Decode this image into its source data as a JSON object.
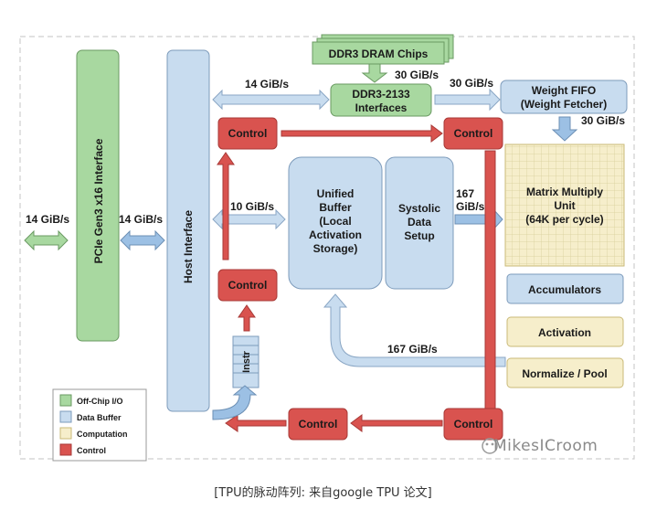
{
  "colors": {
    "offchip": "#a8d8a0",
    "buffer": "#c8dcef",
    "computation": "#f6eecb",
    "control": "#d9534f",
    "arrow_blue": "#9cc0e4",
    "arrow_red": "#d9534f",
    "arrow_green": "#a8d8a0"
  },
  "blocks": {
    "ddr3_chips": "DDR3 DRAM Chips",
    "ddr3_interfaces": [
      "DDR3-2133",
      "Interfaces"
    ],
    "pcie": "PCIe Gen3 x16 Interface",
    "host_interface": "Host Interface",
    "control_top": "Control",
    "control_right": "Control",
    "control_mid": "Control",
    "control_bottom_center": "Control",
    "control_bottom_right": "Control",
    "unified_buffer": [
      "Unified",
      "Buffer",
      "(Local",
      "Activation",
      "Storage)"
    ],
    "systolic": [
      "Systolic",
      "Data",
      "Setup"
    ],
    "weight_fifo": [
      "Weight FIFO",
      "(Weight Fetcher)"
    ],
    "matrix": [
      "Matrix Multiply",
      "Unit",
      "(64K per cycle)"
    ],
    "accumulators": "Accumulators",
    "activation": "Activation",
    "normalize": "Normalize / Pool",
    "instr": "Instr"
  },
  "bandwidths": {
    "left_14": "14 GiB/s",
    "mid_14": "14 GiB/s",
    "top_14": "14 GiB/s",
    "ddr_30": "30 GiB/s",
    "fifo_in_30": "30 GiB/s",
    "fifo_out_30": "30 GiB/s",
    "host_10": "10 GiB/s",
    "systolic_167": [
      "167",
      "GiB/s"
    ],
    "return_167": "167 GiB/s"
  },
  "legend": [
    {
      "label": "Off-Chip I/O",
      "color": "#a8d8a0"
    },
    {
      "label": "Data Buffer",
      "color": "#c8dcef"
    },
    {
      "label": "Computation",
      "color": "#f6eecb"
    },
    {
      "label": "Control",
      "color": "#d9534f"
    }
  ],
  "watermark": "MikesICroom",
  "caption": "[TPU的脉动阵列: 来自google TPU 论文]"
}
